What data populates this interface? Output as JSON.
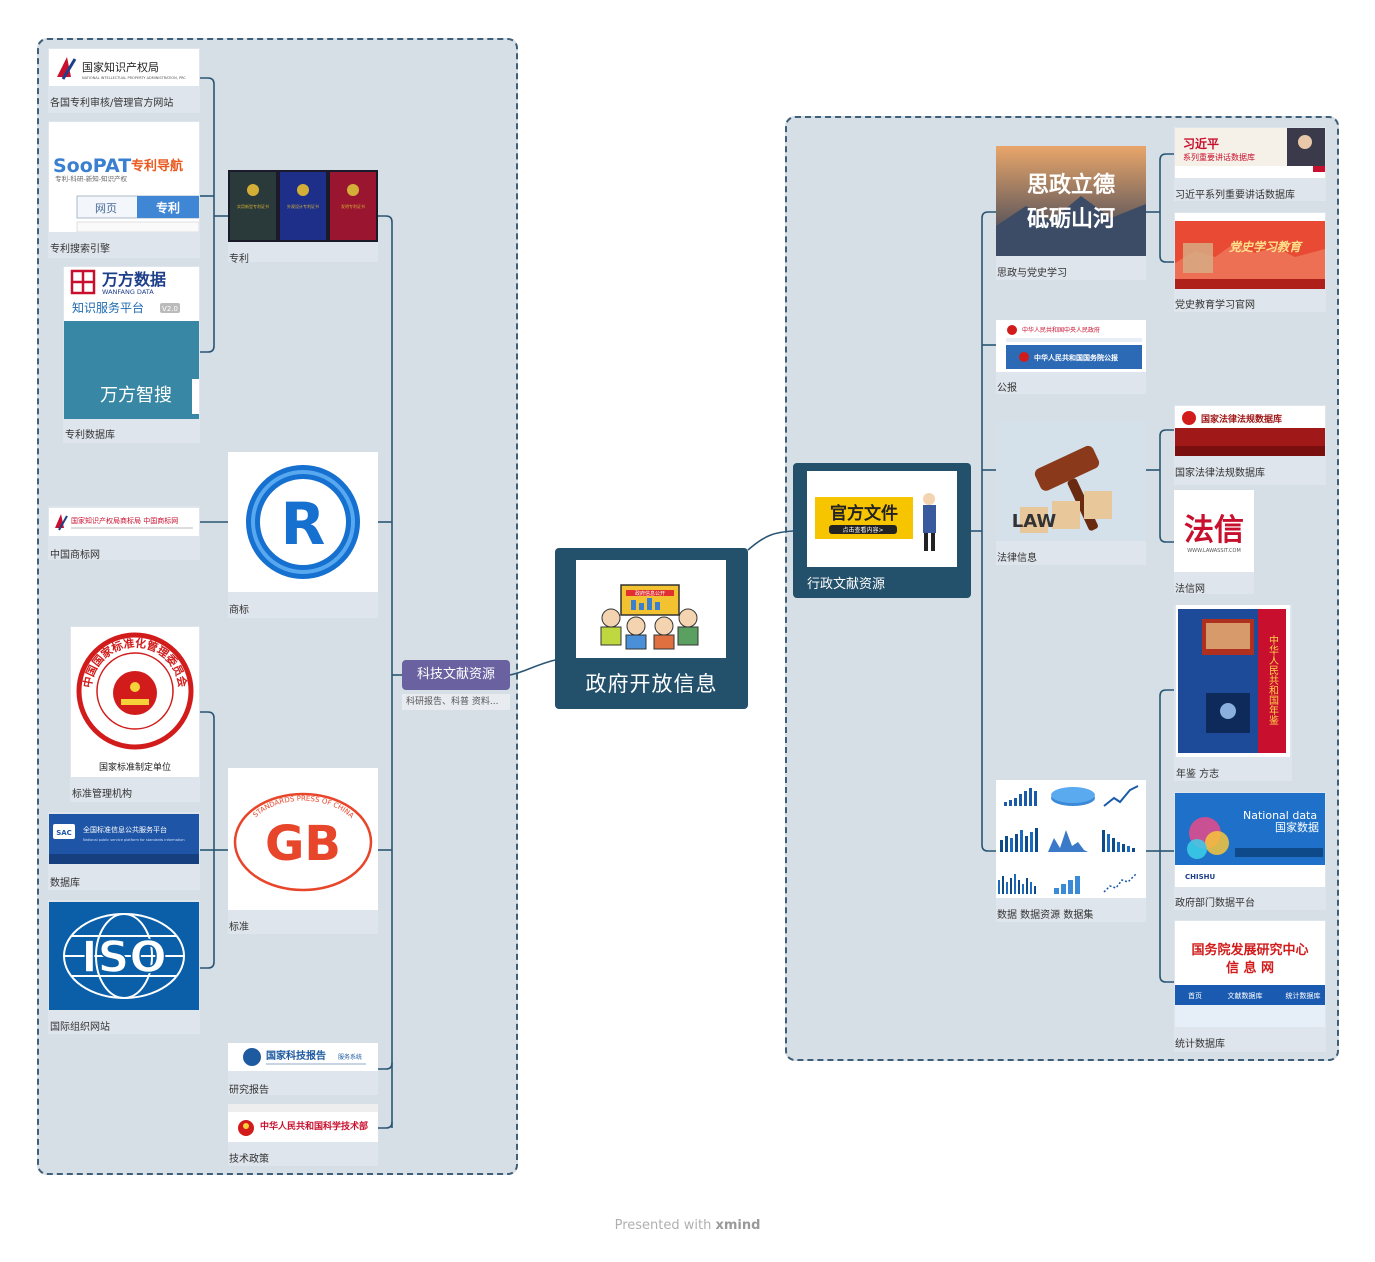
{
  "root": {
    "title": "政府开放信息",
    "image_label": "政府信息公开"
  },
  "science_branch": {
    "title": "科技文献资源",
    "note": "科研报告、科普 资料..."
  },
  "admin_branch": {
    "title": "行政文献资源",
    "image_text": "官方文件",
    "image_sub": "点击查看内容>"
  },
  "left_nodes": {
    "patent": "专利",
    "trademark": "商标",
    "standard": "标准",
    "report": "研究报告",
    "policy": "技术政策"
  },
  "left_leaves": {
    "patent_office": "各国专利审核/管理官方网站",
    "patent_search": "专利搜索引擎",
    "patent_db": "专利数据库",
    "trademark_site": "中国商标网",
    "standard_org": "标准管理机构",
    "standard_db": "数据库",
    "intl_org": "国际组织网站"
  },
  "right_nodes": {
    "politics": "思政与党史学习",
    "gazette": "公报",
    "law": "法律信息",
    "data": "数据 数据资源 数据集"
  },
  "right_leaves": {
    "xi_db": "习近平系列重要讲话数据库",
    "party_history": "党史教育学习官网",
    "law_db": "国家法律法规数据库",
    "faxin": "法信网",
    "yearbook": "年鉴  方志",
    "gov_data": "政府部门数据平台",
    "stat_db": "统计数据库"
  },
  "thumb_text": {
    "cnipa": "国家知识产权局",
    "cnipa_en": "NATIONAL INTELLECTUAL PROPERTY ADMINISTRATION, PRC",
    "soopat": "SooPAT",
    "soopat_cn": "专利导航",
    "soopat_sub": "专利-科研-新知-知识产权",
    "tab_web": "网页",
    "tab_patent": "专利",
    "wanfang": "万方数据",
    "wanfang_en": "WANFANG DATA",
    "wanfang_sub": "知识服务平台",
    "wanfang_ver": "V2.0",
    "wanfang_search": "万方智搜",
    "cert1": "实用新型专利证书",
    "cert2": "外观设计专利证书",
    "cert3": "发明专利证书",
    "trademark_bar": "国家知识产权局商标局 中国商标网",
    "r": "R",
    "sac_ring": "中国国家标准化管理委员会",
    "sac_caption": "国家标准制定单位",
    "sac_platform": "全国标准信息公共服务平台",
    "sac_en": "National public service platform for standards information",
    "gb": "GB",
    "gb_ring": "STANDARDS PRESS OF CHINA",
    "iso": "ISO",
    "report_sys": "国家科技报告",
    "report_sys2": "服务系统",
    "most": "中华人民共和国科学技术部",
    "politics1": "思政立德",
    "politics2": "砥砺山河",
    "gazette_top": "中华人民共和国中央人民政府",
    "gazette_main": "中华人民共和国国务院公报",
    "law_word": "LAW",
    "xi_title": "习近平",
    "xi_sub": "系列重要讲话数据库",
    "party_title": "党史学习教育",
    "law_db_title": "国家法律法规数据库",
    "faxin_title": "法信",
    "faxin_url": "WWW.LAWASSIT.COM",
    "yearbook_spine": "中华人民共和国年鉴",
    "nd_en": "National data",
    "nd_cn": "国家数据",
    "drc1": "国务院发展研究中心",
    "drc2": "信 息 网",
    "drc_nav1": "首页",
    "drc_nav2": "文献数据库",
    "drc_nav3": "统计数据库"
  },
  "footer": {
    "prefix": "Presented with",
    "brand": "xmind"
  },
  "colors": {
    "root": "#23506b",
    "science": "#6a62a0",
    "group_bg": "#d6dee6",
    "connector": "#2a5674"
  }
}
